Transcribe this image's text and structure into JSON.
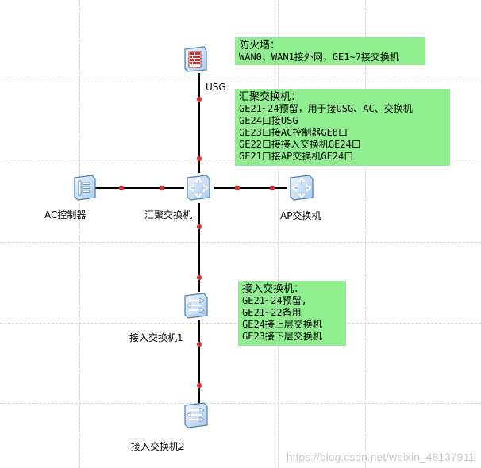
{
  "devices": {
    "usg": {
      "label": "USG",
      "icon": "firewall-icon"
    },
    "core": {
      "label": "汇聚交换机",
      "icon": "core-switch-icon"
    },
    "ac": {
      "label": "AC控制器",
      "icon": "ac-controller-icon"
    },
    "ap": {
      "label": "AP交换机",
      "icon": "ap-switch-icon"
    },
    "access1": {
      "label": "接入交换机1",
      "icon": "access-switch-icon"
    },
    "access2": {
      "label": "接入交换机2",
      "icon": "access-switch-icon"
    }
  },
  "notes": {
    "firewall": {
      "title": "防火墙：",
      "lines": [
        "WAN0、WAN1接外网，GE1~7接交换机"
      ]
    },
    "core": {
      "title": "汇聚交换机：",
      "lines": [
        "GE21~24预留，用于接USG、AC、交换机",
        "GE24口接USG",
        "GE23口接AC控制器GE8口",
        "GE22口接接入交换机GE24口",
        "GE21口接AP交换机GE24口"
      ]
    },
    "access": {
      "title": "接入交换机：",
      "lines": [
        "GE21~24预留,",
        "GE21~22备用",
        "GE24接上层交换机",
        "GE23接下层交换机"
      ]
    }
  },
  "watermark": "https://blog.csdn.net/weixin_48137911",
  "colors": {
    "note_bg": "#90ee90",
    "link": "#000000",
    "port_dot": "#e03030",
    "device_fill": "#cfe3f7",
    "device_stroke": "#4a7fb5"
  }
}
